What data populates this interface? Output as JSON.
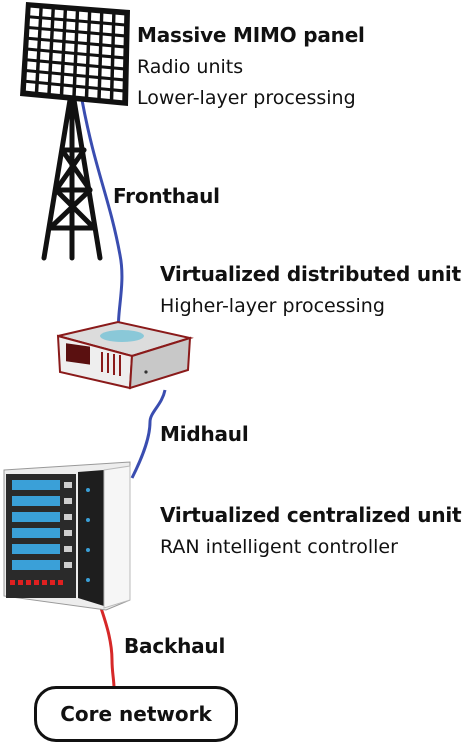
{
  "colors": {
    "fronthaul": "#3a4db0",
    "midhaul": "#3a4db0",
    "backhaul": "#d62828",
    "panel_grid": "#111111",
    "tower": "#111111",
    "du_body": "#e6e6e6",
    "du_accent": "#8a1a1a",
    "server_panel": "#2a2a2a",
    "server_slot": "#3aa0d8",
    "server_led": "#e02020"
  },
  "icons": [
    "mimo-panel-icon",
    "tower-icon",
    "distributed-unit-icon",
    "server-rack-icon"
  ],
  "mimo": {
    "title": "Massive MIMO panel",
    "line1": "Radio units",
    "line2": "Lower-layer processing"
  },
  "fronthaul": {
    "label": "Fronthaul"
  },
  "du": {
    "title": "Virtualized distributed unit",
    "line1": "Higher-layer processing"
  },
  "midhaul": {
    "label": "Midhaul"
  },
  "cu": {
    "title": "Virtualized centralized unit",
    "line1": "RAN intelligent controller"
  },
  "backhaul": {
    "label": "Backhaul"
  },
  "core": {
    "label": "Core network"
  }
}
